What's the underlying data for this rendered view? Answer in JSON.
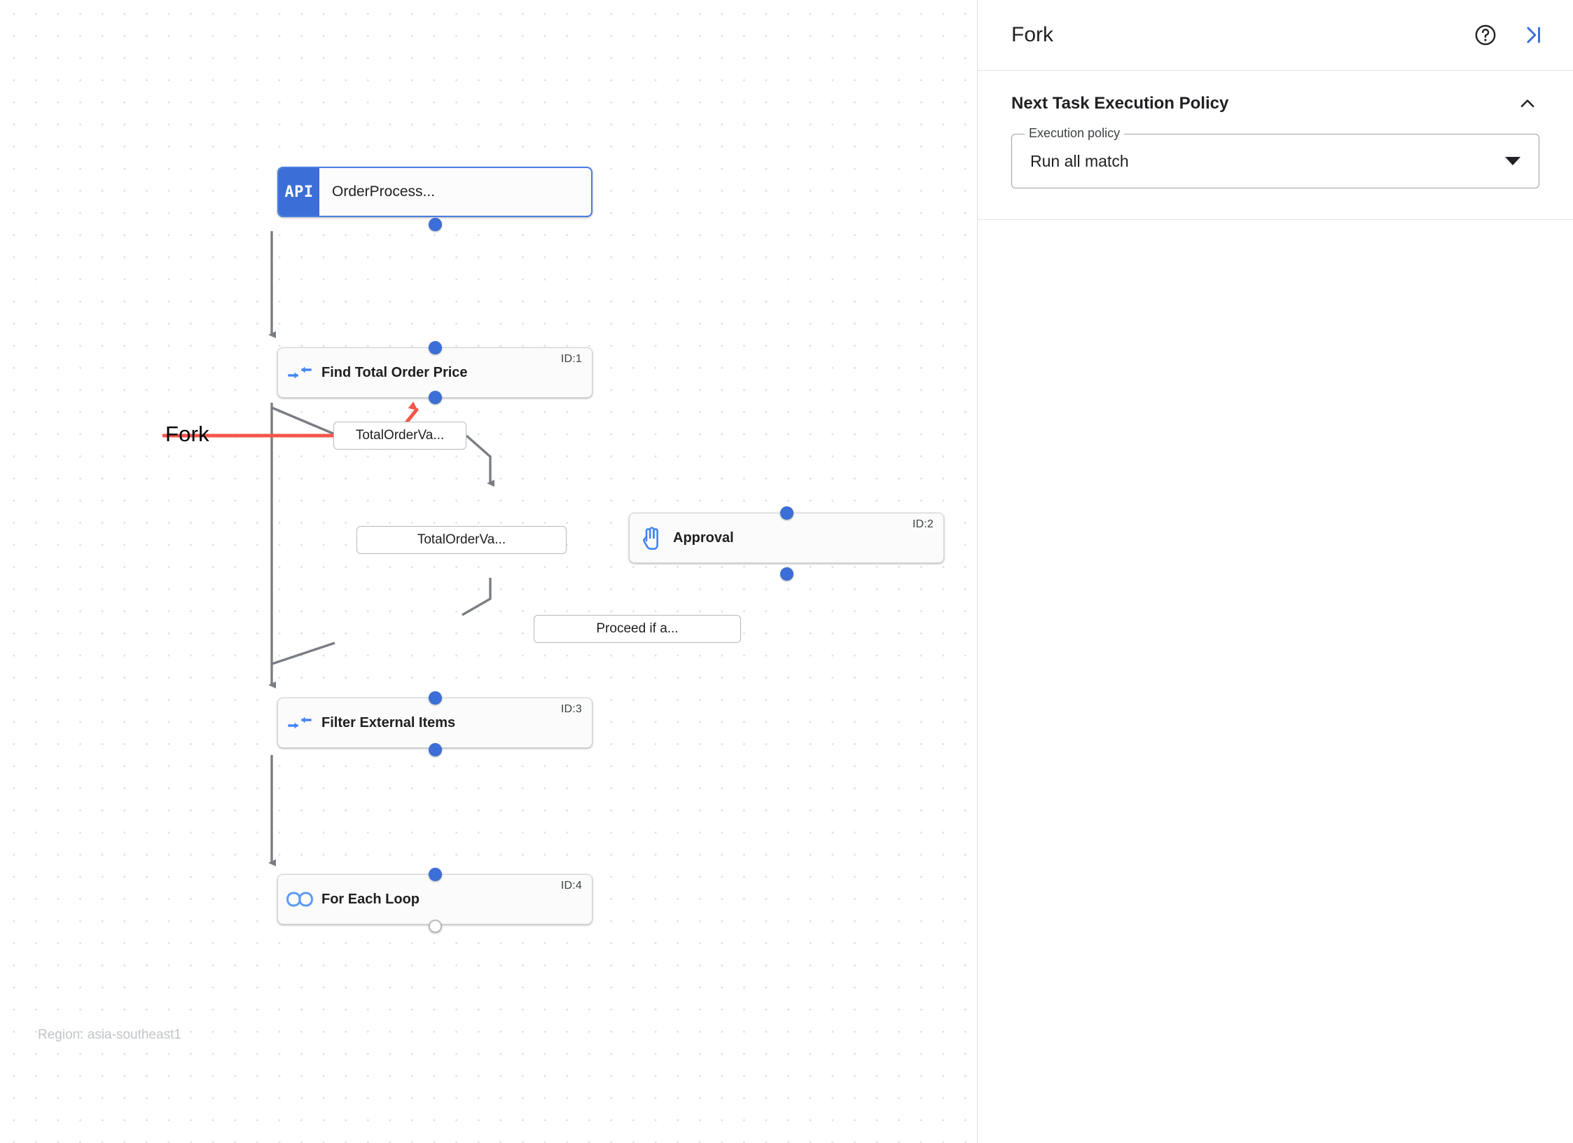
{
  "canvas": {
    "region_text": "Region: asia-southeast1",
    "annotation": {
      "label": "Fork",
      "color": "#f4564a"
    },
    "nodes": [
      {
        "id": "trigger",
        "type": "api-trigger",
        "badge": "API",
        "title": "OrderProcess...",
        "node_id": "",
        "icon": "api-icon"
      },
      {
        "id": "task1",
        "type": "task",
        "title": "Find Total Order Price",
        "node_id": "ID:1",
        "icon": "merge-arrows-icon"
      },
      {
        "id": "task2",
        "type": "task",
        "title": "Approval",
        "node_id": "ID:2",
        "icon": "hand-approval-icon"
      },
      {
        "id": "task3",
        "type": "task",
        "title": "Filter External Items",
        "node_id": "ID:3",
        "icon": "merge-arrows-icon"
      },
      {
        "id": "task4",
        "type": "task",
        "title": "For Each Loop",
        "node_id": "ID:4",
        "icon": "infinity-loop-icon"
      }
    ],
    "edge_labels": [
      {
        "id": "edge-a",
        "text": "TotalOrderVa..."
      },
      {
        "id": "edge-b",
        "text": "TotalOrderVa..."
      },
      {
        "id": "edge-c",
        "text": "Proceed if a..."
      }
    ]
  },
  "panel": {
    "title": "Fork",
    "help_icon": "help-circle-icon",
    "collapse_icon": "collapse-panel-icon",
    "section": {
      "title": "Next Task Execution Policy",
      "collapse_icon": "chevron-up-icon",
      "field": {
        "label": "Execution policy",
        "value": "Run all match",
        "dropdown_icon": "caret-down-icon"
      }
    }
  },
  "colors": {
    "accent_blue": "#3b6ed6",
    "node_icon_blue": "#4285f4",
    "annotation_red": "#f4564a",
    "edge_gray": "#5f6368"
  }
}
